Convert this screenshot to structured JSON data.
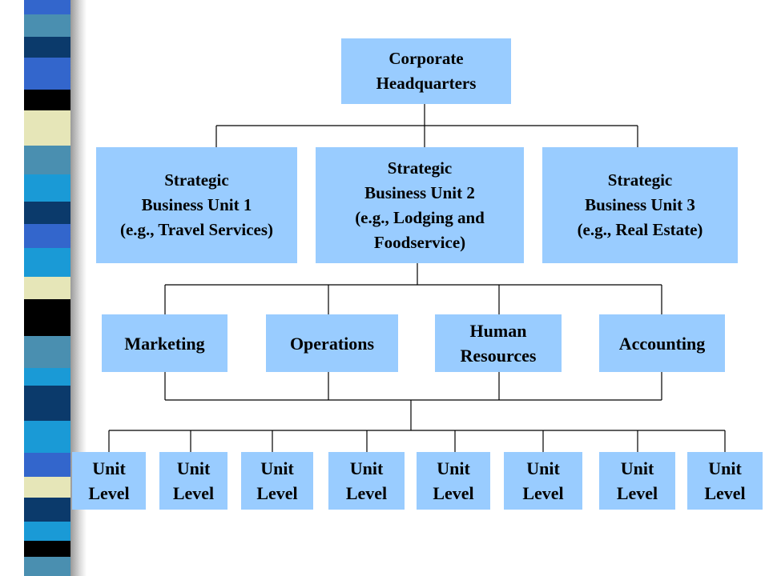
{
  "colors": {
    "box_fill": "#99ccff",
    "line": "#000000",
    "stripe": [
      "#3366cc",
      "#000000",
      "#e6e6b8",
      "#4a8fb0",
      "#0b3a6b",
      "#1a9ad6"
    ]
  },
  "chart": {
    "hq": {
      "lines": [
        "Corporate",
        "Headquarters"
      ]
    },
    "sbus": [
      {
        "lines": [
          "Strategic",
          "Business Unit 1",
          "(e.g., Travel Services)"
        ]
      },
      {
        "lines": [
          "Strategic",
          "Business Unit 2",
          "(e.g., Lodging and",
          "Foodservice)"
        ]
      },
      {
        "lines": [
          "Strategic",
          "Business Unit 3",
          "(e.g., Real Estate)"
        ]
      }
    ],
    "departments": [
      {
        "lines": [
          "Marketing"
        ]
      },
      {
        "lines": [
          "Operations"
        ]
      },
      {
        "lines": [
          "Human",
          "Resources"
        ]
      },
      {
        "lines": [
          "Accounting"
        ]
      }
    ],
    "units": [
      {
        "lines": [
          "Unit",
          "Level"
        ]
      },
      {
        "lines": [
          "Unit",
          "Level"
        ]
      },
      {
        "lines": [
          "Unit",
          "Level"
        ]
      },
      {
        "lines": [
          "Unit",
          "Level"
        ]
      },
      {
        "lines": [
          "Unit",
          "Level"
        ]
      },
      {
        "lines": [
          "Unit",
          "Level"
        ]
      },
      {
        "lines": [
          "Unit",
          "Level"
        ]
      },
      {
        "lines": [
          "Unit",
          "Level"
        ]
      }
    ]
  }
}
